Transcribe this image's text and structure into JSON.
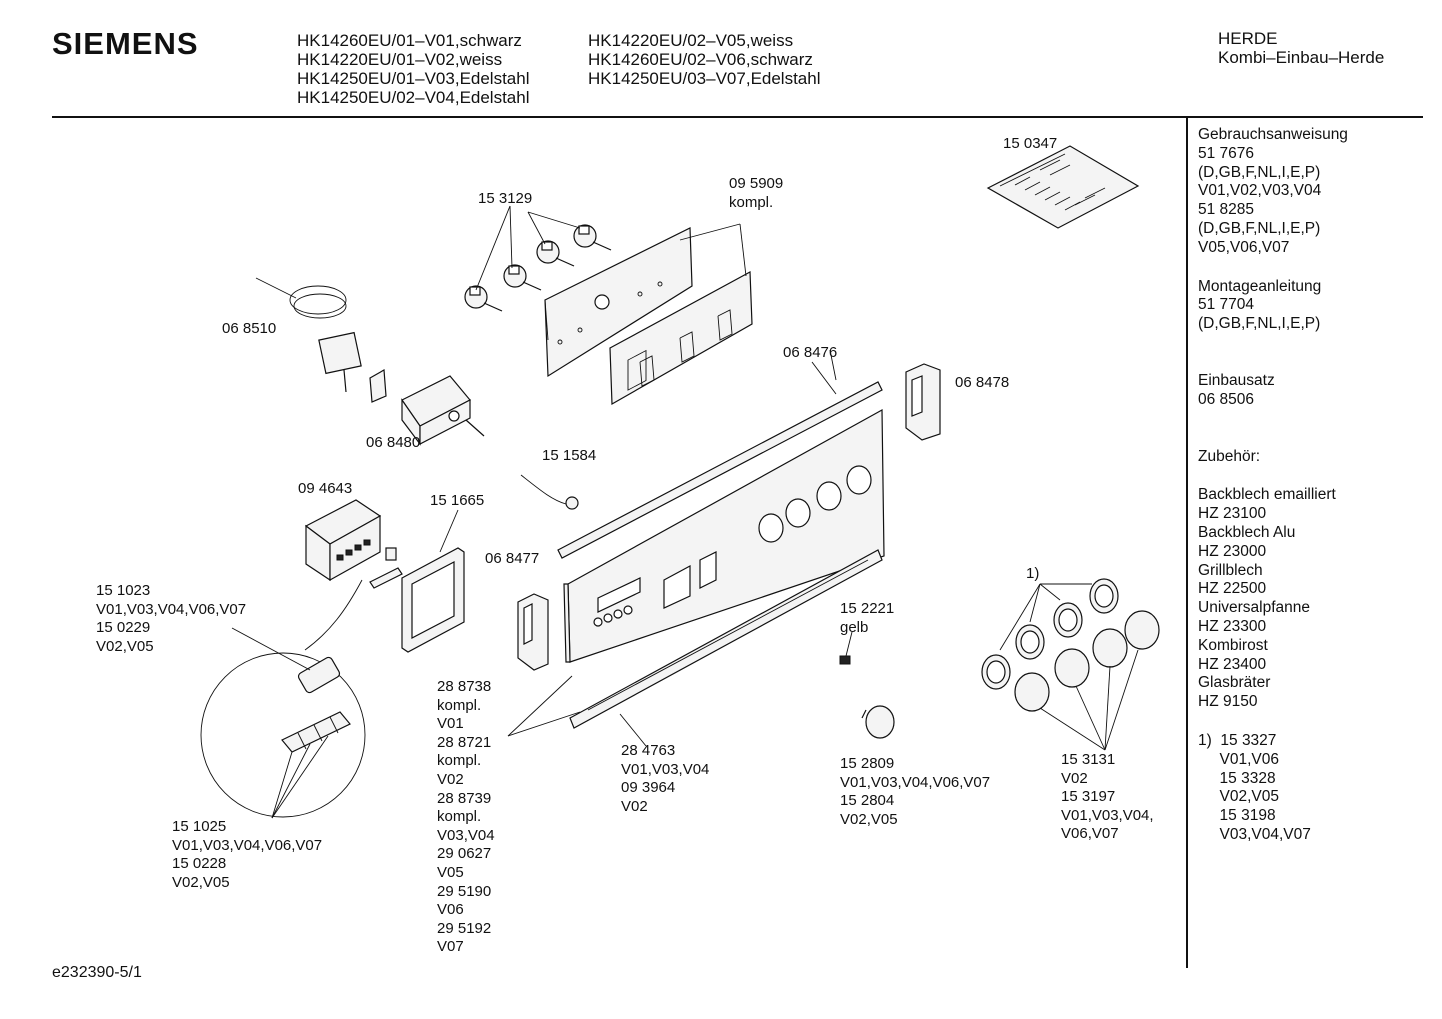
{
  "header": {
    "brand": "SIEMENS",
    "models_col1": [
      "HK14260EU/01–V01,schwarz",
      "HK14220EU/01–V02,weiss",
      "HK14250EU/01–V03,Edelstahl",
      "HK14250EU/02–V04,Edelstahl"
    ],
    "models_col2": [
      "HK14220EU/02–V05,weiss",
      "HK14260EU/02–V06,schwarz",
      "HK14250EU/03–V07,Edelstahl"
    ],
    "category": [
      "HERDE",
      "Kombi–Einbau–Herde"
    ]
  },
  "sidebar": {
    "blocks": [
      [
        "Gebrauchsanweisung",
        "51 7676",
        "(D,GB,F,NL,I,E,P)",
        "V01,V02,V03,V04",
        "51 8285",
        "(D,GB,F,NL,I,E,P)",
        "V05,V06,V07"
      ],
      [
        "Montageanleitung",
        "51 7704",
        "(D,GB,F,NL,I,E,P)"
      ],
      [
        "Einbausatz",
        "06 8506"
      ],
      [
        "Zubehör:"
      ],
      [
        "Backblech emailliert",
        "HZ 23100",
        "Backblech Alu",
        "HZ 23000",
        "Grillblech",
        "HZ 22500",
        "Universalpfanne",
        "HZ 23300",
        "Kombirost",
        "HZ 23400",
        "Glasbräter",
        "HZ 9150"
      ],
      [
        "1)  15 3327",
        "     V01,V06",
        "     15 3328",
        "     V02,V05",
        "     15 3198",
        "     V03,V04,V07"
      ]
    ]
  },
  "labels": {
    "l150347": [
      "15 0347"
    ],
    "l153129": [
      "15 3129"
    ],
    "l095909": [
      "09 5909",
      "kompl."
    ],
    "l068510": [
      "06 8510"
    ],
    "l068476": [
      "06 8476"
    ],
    "l068478": [
      "06 8478"
    ],
    "l068480": [
      "06 8480"
    ],
    "l151584": [
      "15 1584"
    ],
    "l094643": [
      "09 4643"
    ],
    "l151665": [
      "15 1665"
    ],
    "l068477": [
      "06 8477"
    ],
    "l151023": [
      "15 1023",
      "V01,V03,V04,V06,V07",
      "15 0229",
      "V02,V05"
    ],
    "l152221": [
      "15 2221",
      "gelb"
    ],
    "l1note": [
      "1)"
    ],
    "l288738": [
      "28 8738",
      "kompl.",
      "V01",
      "28 8721",
      "kompl.",
      "V02",
      "28 8739",
      "kompl.",
      "V03,V04",
      "29 0627",
      "V05",
      "29 5190",
      "V06",
      "29 5192",
      "V07"
    ],
    "l284763": [
      "28 4763",
      "V01,V03,V04",
      "09 3964",
      "V02"
    ],
    "l152809": [
      "15 2809",
      "V01,V03,V04,V06,V07",
      "15 2804",
      "V02,V05"
    ],
    "l153131": [
      "15 3131",
      "V02",
      "15 3197",
      "V01,V03,V04,",
      "V06,V07"
    ],
    "l151025": [
      "15 1025",
      "V01,V03,V04,V06,V07",
      "15 0228",
      "V02,V05"
    ]
  },
  "footer": {
    "code": "e232390-5/1"
  }
}
